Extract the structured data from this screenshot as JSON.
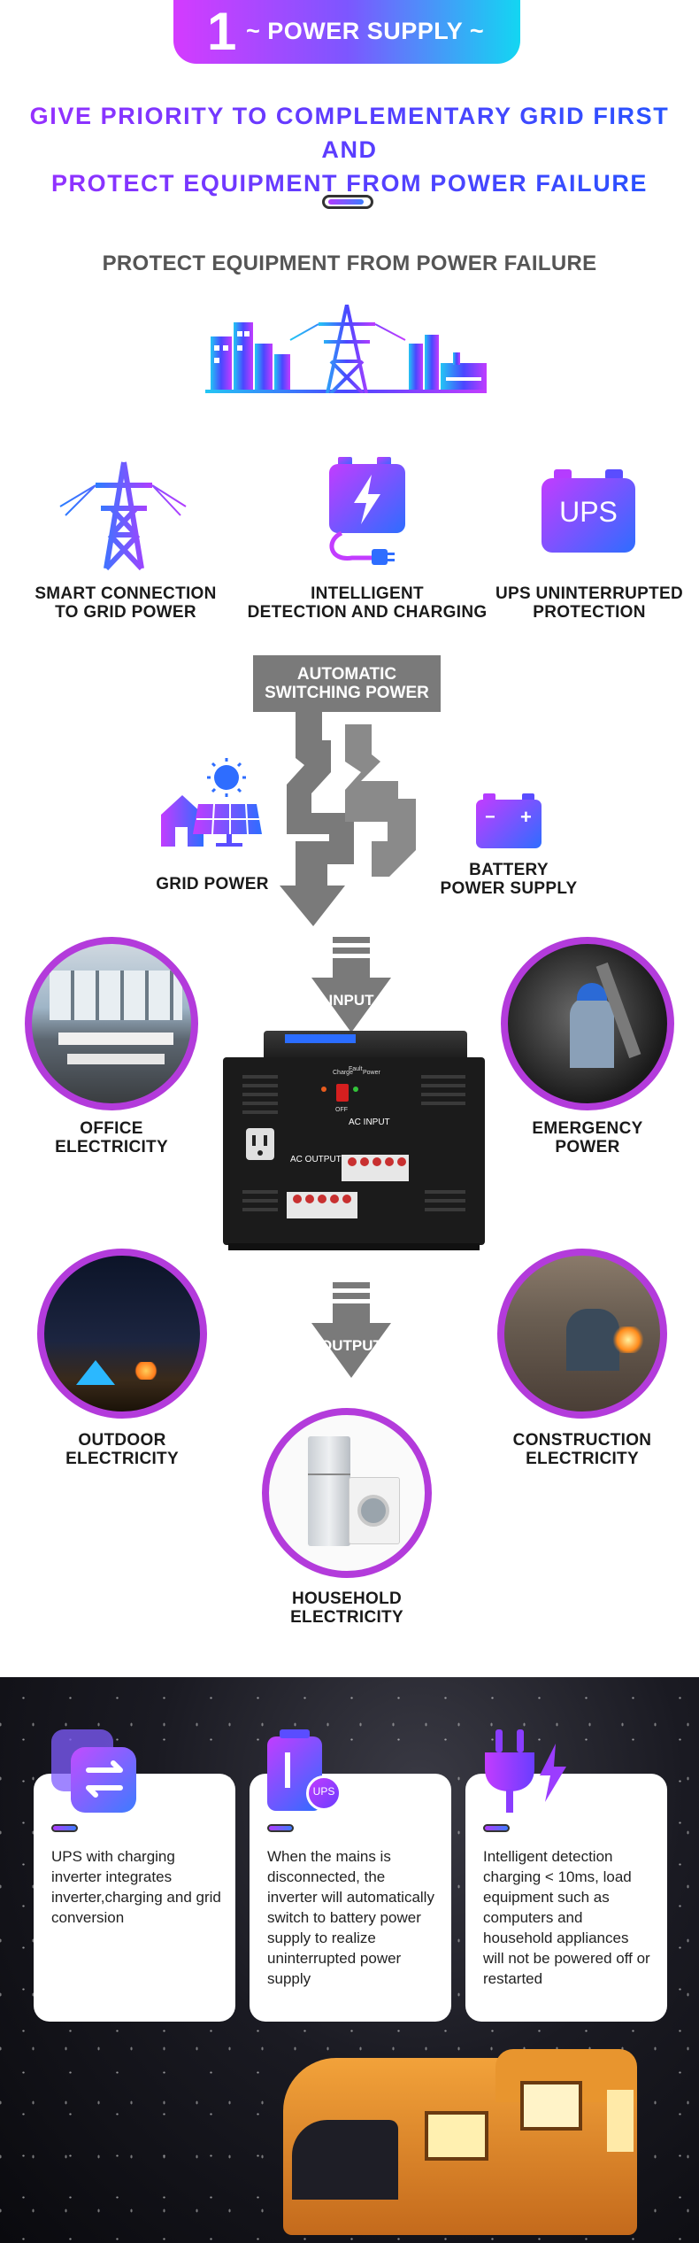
{
  "banner": {
    "number": "1",
    "label": "~ POWER SUPPLY ~"
  },
  "headline": {
    "line1": "GIVE PRIORITY TO COMPLEMENTARY GRID FIRST AND",
    "line2": "PROTECT EQUIPMENT FROM POWER FAILURE"
  },
  "section_title": "PROTECT EQUIPMENT FROM POWER FAILURE",
  "features": [
    {
      "label_line1": "SMART CONNECTION",
      "label_line2": "TO GRID POWER",
      "icon": "transmission-tower-icon"
    },
    {
      "label_line1": "INTELLIGENT",
      "label_line2": "DETECTION AND CHARGING",
      "icon": "battery-charging-icon"
    },
    {
      "label_line1": "UPS UNINTERRUPTED",
      "label_line2": "PROTECTION",
      "icon": "ups-battery-icon",
      "badge": "UPS"
    }
  ],
  "switching": {
    "line1": "AUTOMATIC",
    "line2": "SWITCHING POWER"
  },
  "grid_power": "GRID POWER",
  "battery_supply": {
    "line1": "BATTERY",
    "line2": "POWER SUPPLY"
  },
  "input_label": "INPUT",
  "output_label": "OUTPUT",
  "inverter": {
    "ac_output": "AC OUTPUT",
    "ac_input": "AC INPUT",
    "charge": "Charge",
    "fault": "Fault",
    "power": "Power",
    "off": "OFF"
  },
  "applications": {
    "office": {
      "line1": "OFFICE",
      "line2": "ELECTRICITY"
    },
    "emergency": {
      "line1": "EMERGENCY",
      "line2": "POWER"
    },
    "outdoor": {
      "line1": "OUTDOOR",
      "line2": "ELECTRICITY"
    },
    "construction": {
      "line1": "CONSTRUCTION",
      "line2": "ELECTRICITY"
    },
    "household": {
      "line1": "HOUSEHOLD",
      "line2": "ELECTRICITY"
    }
  },
  "cards": [
    {
      "icon": "switch-arrows-icon",
      "text": "UPS with charging inverter integrates inverter,charging and grid conversion"
    },
    {
      "icon": "ups-battery-icon",
      "badge": "UPS",
      "text": "When the mains is disconnected, the inverter will automatically switch to battery power supply to realize uninterrupted power supply"
    },
    {
      "icon": "plug-lightning-icon",
      "text": "Intelligent detection charging < 10ms, load equipment such as computers and household appliances will not be powered off or restarted"
    }
  ],
  "colors": {
    "accent_purple": "#9b2fff",
    "accent_blue": "#2255ff",
    "banner_pink": "#d43bff",
    "banner_cyan": "#13d6f2",
    "arrow_gray": "#777777",
    "circle_border": "#b33bdb"
  }
}
